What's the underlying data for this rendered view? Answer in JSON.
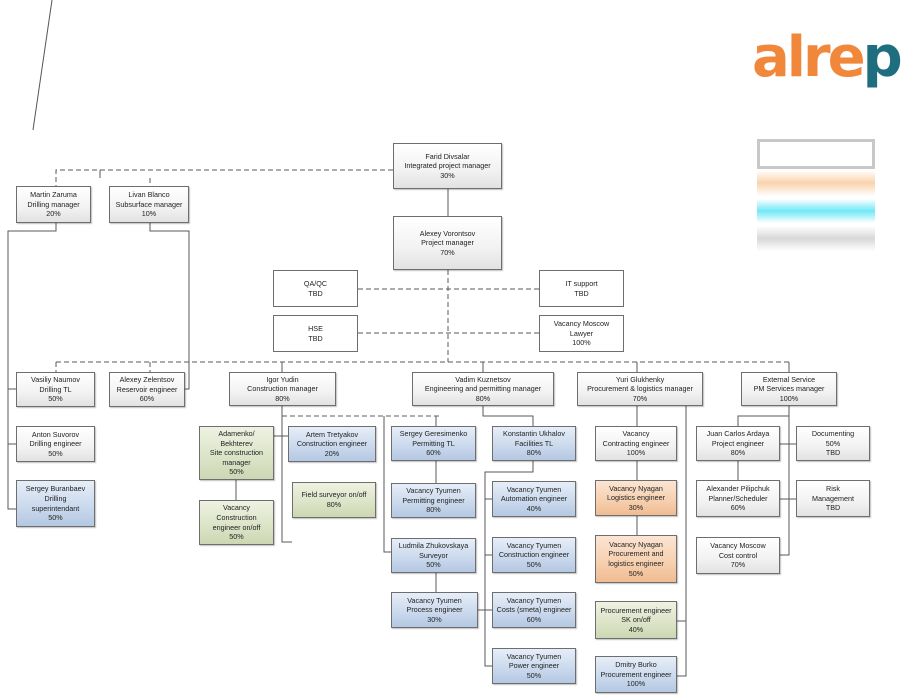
{
  "logo": {
    "part1": "alre",
    "part2": "p"
  },
  "colors": {
    "line": "#5a5a5a",
    "blue": "#c9d8ec",
    "green": "#dbe3c6",
    "orange": "#f6cfae",
    "legend_white": "#ffffff",
    "legend_orange": "#fad3ad",
    "legend_cyan": "#6fe8f6",
    "legend_grey": "#d8d8d8",
    "logo_orange": "#f0873a",
    "logo_teal": "#1f6e80"
  },
  "nodes": {
    "farid": {
      "l1": "Farid Divsalar",
      "l2": "Integrated project manager",
      "l3": "30%"
    },
    "alexey": {
      "l1": "Alexey Vorontsov",
      "l2": "Project manager",
      "l3": "70%"
    },
    "martin": {
      "l1": "Martin Zaruma",
      "l2": "Drilling manager",
      "l3": "20%"
    },
    "livan": {
      "l1": "Livan Blanco",
      "l2": "Subsurface manager",
      "l3": "10%"
    },
    "qaqc": {
      "l1": "QA/QC",
      "l2": "TBD"
    },
    "it": {
      "l1": "IT support",
      "l2": "TBD"
    },
    "hse": {
      "l1": "HSE",
      "l2": "TBD"
    },
    "lawyer": {
      "l1": "Vacancy Moscow",
      "l2": "Lawyer",
      "l3": "100%"
    },
    "naumov": {
      "l1": "Vasiliy Naumov",
      "l2": "Drilling TL",
      "l3": "50%"
    },
    "zelentsov": {
      "l1": "Alexey Zelentsov",
      "l2": "Reservoir engineer",
      "l3": "60%"
    },
    "yudin": {
      "l1": "Igor Yudin",
      "l2": "Construction manager",
      "l3": "80%"
    },
    "kuznetsov": {
      "l1": "Vadim Kuznetsov",
      "l2": "Engineering and permitting manager",
      "l3": "80%"
    },
    "glukhenky": {
      "l1": "Yuri Glukhenky",
      "l2": "Procurement & logistics manager",
      "l3": "70%"
    },
    "external": {
      "l1": "External Service",
      "l2": "PM Services manager",
      "l3": "100%"
    },
    "suvorov": {
      "l1": "Anton Suvorov",
      "l2": "Drilling engineer",
      "l3": "50%"
    },
    "buranbaev": {
      "l1": "Sergey Buranbaev",
      "l2": "Drilling",
      "l3": "superintendant",
      "l4": "50%"
    },
    "adamenko": {
      "l1": "Adamenko/",
      "l2": "Bekhterev",
      "l3": "Site construction",
      "l4": "manager",
      "l5": "50%"
    },
    "tretyakov": {
      "l1": "Artem Tretyakov",
      "l2": "Construction engineer",
      "l3": "20%"
    },
    "geresimenko": {
      "l1": "Sergey Geresimenko",
      "l2": "Permitting TL",
      "l3": "60%"
    },
    "ukhalov": {
      "l1": "Konstantin Ukhalov",
      "l2": "Facilities TL",
      "l3": "80%"
    },
    "contracting": {
      "l1": "Vacancy",
      "l2": "Contracting engineer",
      "l3": "100%"
    },
    "ardaya": {
      "l1": "Juan Carlos Ardaya",
      "l2": "Project engineer",
      "l3": "80%"
    },
    "documenting": {
      "l1": "Documenting",
      "l2": "50%",
      "l3": "TBD"
    },
    "cons_onoff": {
      "l1": "Vacancy",
      "l2": "Construction",
      "l3": "engineer on/off",
      "l4": "50%"
    },
    "surveyor_onoff": {
      "l1": "Field surveyor on/off",
      "l2": "80%"
    },
    "permitting_eng": {
      "l1": "Vacancy Tyumen",
      "l2": "Permitting engineer",
      "l3": "80%"
    },
    "automation": {
      "l1": "Vacancy Tyumen",
      "l2": "Automation engineer",
      "l3": "40%"
    },
    "logistics": {
      "l1": "Vacancy Nyagan",
      "l2": "Logistics engineer",
      "l3": "30%"
    },
    "pilipchuk": {
      "l1": "Alexander Pilipchuk",
      "l2": "Planner/Scheduler",
      "l3": "60%"
    },
    "risk": {
      "l1": "Risk",
      "l2": "Management",
      "l3": "TBD"
    },
    "zhukovskaya": {
      "l1": "Ludmila Zhukovskaya",
      "l2": "Surveyor",
      "l3": "50%"
    },
    "construction_eng": {
      "l1": "Vacancy Tyumen",
      "l2": "Construction engineer",
      "l3": "50%"
    },
    "procurement_log": {
      "l1": "Vacancy Nyagan",
      "l2": "Procurement and",
      "l3": "logistics engineer",
      "l4": "50%"
    },
    "cost_control": {
      "l1": "Vacancy Moscow",
      "l2": "Cost control",
      "l3": "70%"
    },
    "process": {
      "l1": "Vacancy Tyumen",
      "l2": "Process engineer",
      "l3": "30%"
    },
    "costs": {
      "l1": "Vacancy Tyumen",
      "l2": "Costs (smeta) engineer",
      "l3": "60%"
    },
    "proc_sk": {
      "l1": "Procurement engineer",
      "l2": "SK on/off",
      "l3": "40%"
    },
    "power": {
      "l1": "Vacancy Tyumen",
      "l2": "Power engineer",
      "l3": "50%"
    },
    "burko": {
      "l1": "Dmitry Burko",
      "l2": "Procurement engineer",
      "l3": "100%"
    }
  }
}
